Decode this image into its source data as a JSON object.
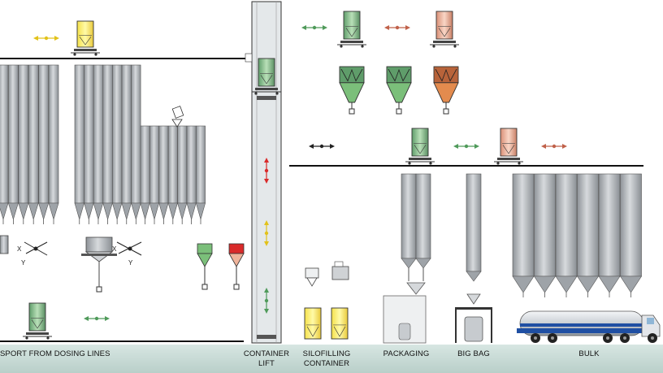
{
  "labels": {
    "transport": "SPORT FROM DOSING LINES",
    "container_lift": "CONTAINER LIFT",
    "silofilling": "SILOFILLING CONTAINER",
    "packaging": "PACKAGING",
    "big_bag": "BIG BAG",
    "bulk": "BULK"
  },
  "axis_marks": {
    "x": "X",
    "y": "Y"
  },
  "colors": {
    "ground": "#c4d7d2",
    "silo": "#a9adb2",
    "silo_dark": "#7f8489",
    "yellow": "#f3ea4f",
    "green": "#7bbf7a",
    "salmon": "#efb39a",
    "orange": "#e38b4e",
    "red": "#d92a2a",
    "truck_blue": "#1f4fa3"
  },
  "icons": [
    "container-icon",
    "silo-icon",
    "hopper-icon",
    "valve-icon",
    "truck-icon",
    "bag-icon",
    "xy-arrows-icon",
    "chevron-arrow-icon"
  ]
}
